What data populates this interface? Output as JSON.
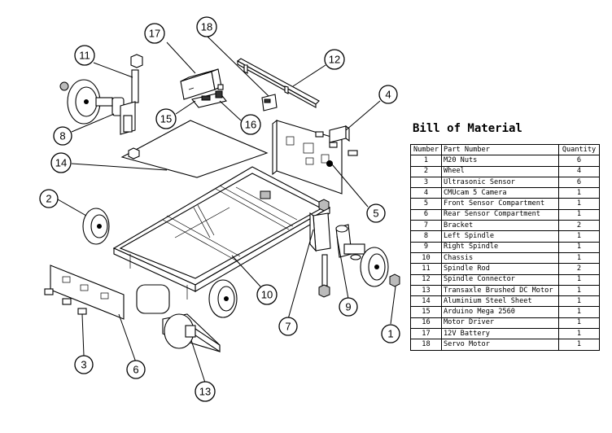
{
  "bom": {
    "title": "Bill of Material",
    "headers": {
      "number": "Number",
      "part": "Part Number",
      "quantity": "Quantity"
    },
    "rows": [
      {
        "number": "1",
        "part": "M20 Nuts",
        "quantity": "6"
      },
      {
        "number": "2",
        "part": "Wheel",
        "quantity": "4"
      },
      {
        "number": "3",
        "part": "Ultrasonic Sensor",
        "quantity": "6"
      },
      {
        "number": "4",
        "part": "CMUcam 5 Camera",
        "quantity": "1"
      },
      {
        "number": "5",
        "part": "Front Sensor Compartment",
        "quantity": "1"
      },
      {
        "number": "6",
        "part": "Rear Sensor Compartment",
        "quantity": "1"
      },
      {
        "number": "7",
        "part": "Bracket",
        "quantity": "2"
      },
      {
        "number": "8",
        "part": "Left Spindle",
        "quantity": "1"
      },
      {
        "number": "9",
        "part": "Right Spindle",
        "quantity": "1"
      },
      {
        "number": "10",
        "part": "Chassis",
        "quantity": "1"
      },
      {
        "number": "11",
        "part": "Spindle Rod",
        "quantity": "2"
      },
      {
        "number": "12",
        "part": "Spindle Connector",
        "quantity": "1"
      },
      {
        "number": "13",
        "part": "Transaxle Brushed DC Motor",
        "quantity": "1"
      },
      {
        "number": "14",
        "part": "Aluminium Steel Sheet",
        "quantity": "1"
      },
      {
        "number": "15",
        "part": "Arduino Mega 2560",
        "quantity": "1"
      },
      {
        "number": "16",
        "part": "Motor Driver",
        "quantity": "1"
      },
      {
        "number": "17",
        "part": "12V Battery",
        "quantity": "1"
      },
      {
        "number": "18",
        "part": "Servo Motor",
        "quantity": "1"
      }
    ]
  },
  "callouts": [
    "1",
    "2",
    "3",
    "4",
    "5",
    "6",
    "7",
    "8",
    "9",
    "10",
    "11",
    "12",
    "13",
    "14",
    "15",
    "16",
    "17",
    "18"
  ]
}
